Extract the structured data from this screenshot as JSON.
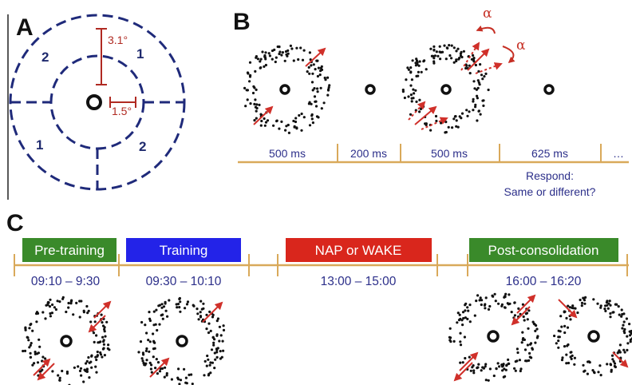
{
  "colors": {
    "ring": "#1f2a7a",
    "measure": "#b02a22",
    "arrow": "#d0302a",
    "timeline": "#d9a95a",
    "text_blue": "#2c2f8a",
    "pre_training": "#3a8a2a",
    "training": "#2323e8",
    "nap_wake": "#d9261c",
    "post_consolidation": "#3a8a2a"
  },
  "panel_a": {
    "label": "A",
    "outer_radius": "3.1°",
    "inner_radius": "1.5°",
    "quadrants": [
      "1",
      "2",
      "1",
      "2"
    ]
  },
  "panel_b": {
    "label": "B",
    "alpha": "α",
    "durations": [
      "500 ms",
      "200 ms",
      "500 ms",
      "625 ms",
      "…"
    ],
    "respond_line1": "Respond:",
    "respond_line2": "Same or different?"
  },
  "panel_c": {
    "label": "C",
    "phases": [
      {
        "label": "Pre-training",
        "time": "09:10 – 9:30"
      },
      {
        "label": "Training",
        "time": "09:30 – 10:10"
      },
      {
        "label": "NAP or WAKE",
        "time": "13:00 – 15:00"
      },
      {
        "label": "Post-consolidation",
        "time": "16:00 – 16:20"
      }
    ]
  }
}
